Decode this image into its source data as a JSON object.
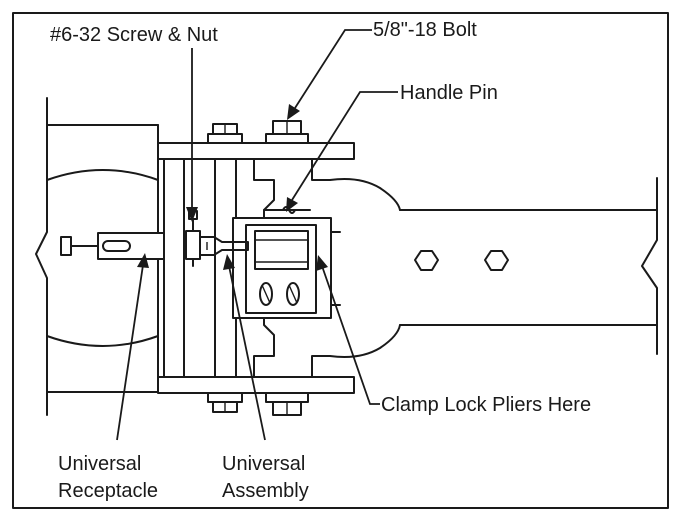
{
  "labels": {
    "screw_nut": "#6-32 Screw & Nut",
    "bolt": "5/8\"-18 Bolt",
    "handle_pin": "Handle Pin",
    "clamp_lock": "Clamp Lock Pliers Here",
    "universal_receptacle_line1": "Universal",
    "universal_receptacle_line2": "Receptacle",
    "universal_assembly_line1": "Universal",
    "universal_assembly_line2": "Assembly"
  },
  "icons": {
    "frame": "rectangle-border",
    "parts": "mechanical-linework",
    "pointers": "arrow-leader-lines"
  }
}
